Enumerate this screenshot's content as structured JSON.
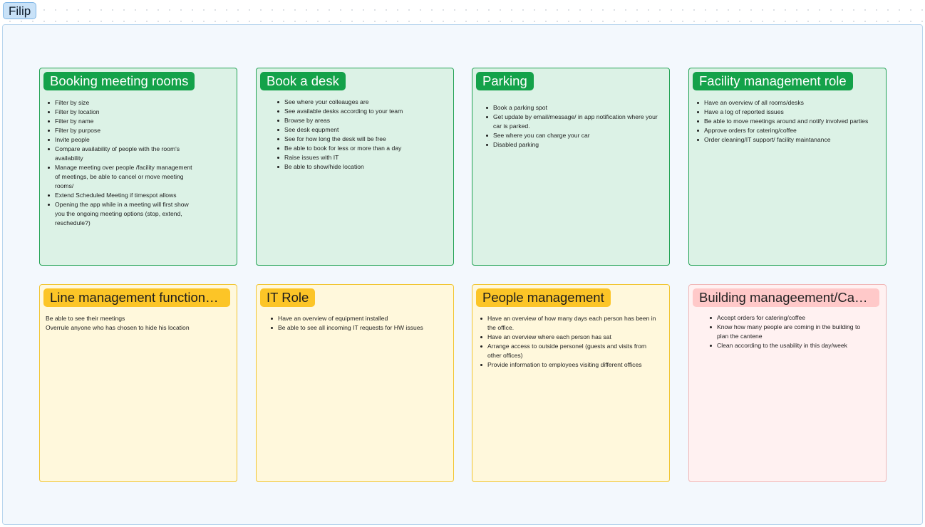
{
  "frame": {
    "label": "Filip"
  },
  "cards": [
    {
      "title": "Booking meeting rooms",
      "items": [
        "Filter by size",
        "Filter by location",
        "Filter by name",
        "Filter by purpose",
        "Invite people",
        "Compare availability of people with the room's availability",
        "Manage meeting over people /facility management of meetings, be able to cancel or move meeting rooms/",
        "Extend Scheduled Meeting if timespot allows",
        "Opening the app while in a meeting will first show you the ongoing meeting options (stop, extend, reschedule?)"
      ]
    },
    {
      "title": "Book a desk",
      "items": [
        "See where your colleauges are",
        "See available desks according to your team",
        "Browse by areas",
        "See desk equpment",
        "See for how long the desk will be free",
        "Be able to book for less or more than a day",
        "Raise issues with IT",
        "Be able to show/hide location"
      ]
    },
    {
      "title": "Parking",
      "items": [
        "Book a parking spot",
        "Get update by email/message/ in app notification where your car is parked.",
        "See where you can charge your car",
        "Disabled parking"
      ]
    },
    {
      "title": "Facility management role",
      "items": [
        "Have an overview of all rooms/desks",
        "Have a log of reported issues",
        "Be able to move meetings around and notify involved parties",
        "Approve orders for catering/coffee",
        "Order cleaning/IT support/ facility maintanance"
      ]
    },
    {
      "title": "Line management functional...",
      "lines": [
        "Be able to see their meetings",
        "Overrule anyone who has chosen to hide his location"
      ]
    },
    {
      "title": "IT Role",
      "items": [
        "Have an overview of equipment installed",
        "Be able to see all incoming IT requests for HW  issues"
      ]
    },
    {
      "title": "People management",
      "items": [
        "Have an overview of how many days each person has been in the office.",
        "Have an overview where each person has sat",
        "Arrange access to outside personel (guests and visits from other offices)",
        "Provide information to employees visiting different offices"
      ]
    },
    {
      "title": "Building manageement/Cant...",
      "items": [
        "Accept orders for catering/coffee",
        "Know how many people are coming in the building to plan the cantene",
        "Clean according to the usability in this day/week"
      ]
    }
  ],
  "colors": {
    "green_fill": "#dcf2e6",
    "green_accent": "#14a24a",
    "yellow_fill": "#fff8dc",
    "yellow_accent": "#fcc527",
    "pink_fill": "#fff1f1",
    "pink_accent": "#ffc9c9",
    "frame_label": "#c9e2f8"
  }
}
